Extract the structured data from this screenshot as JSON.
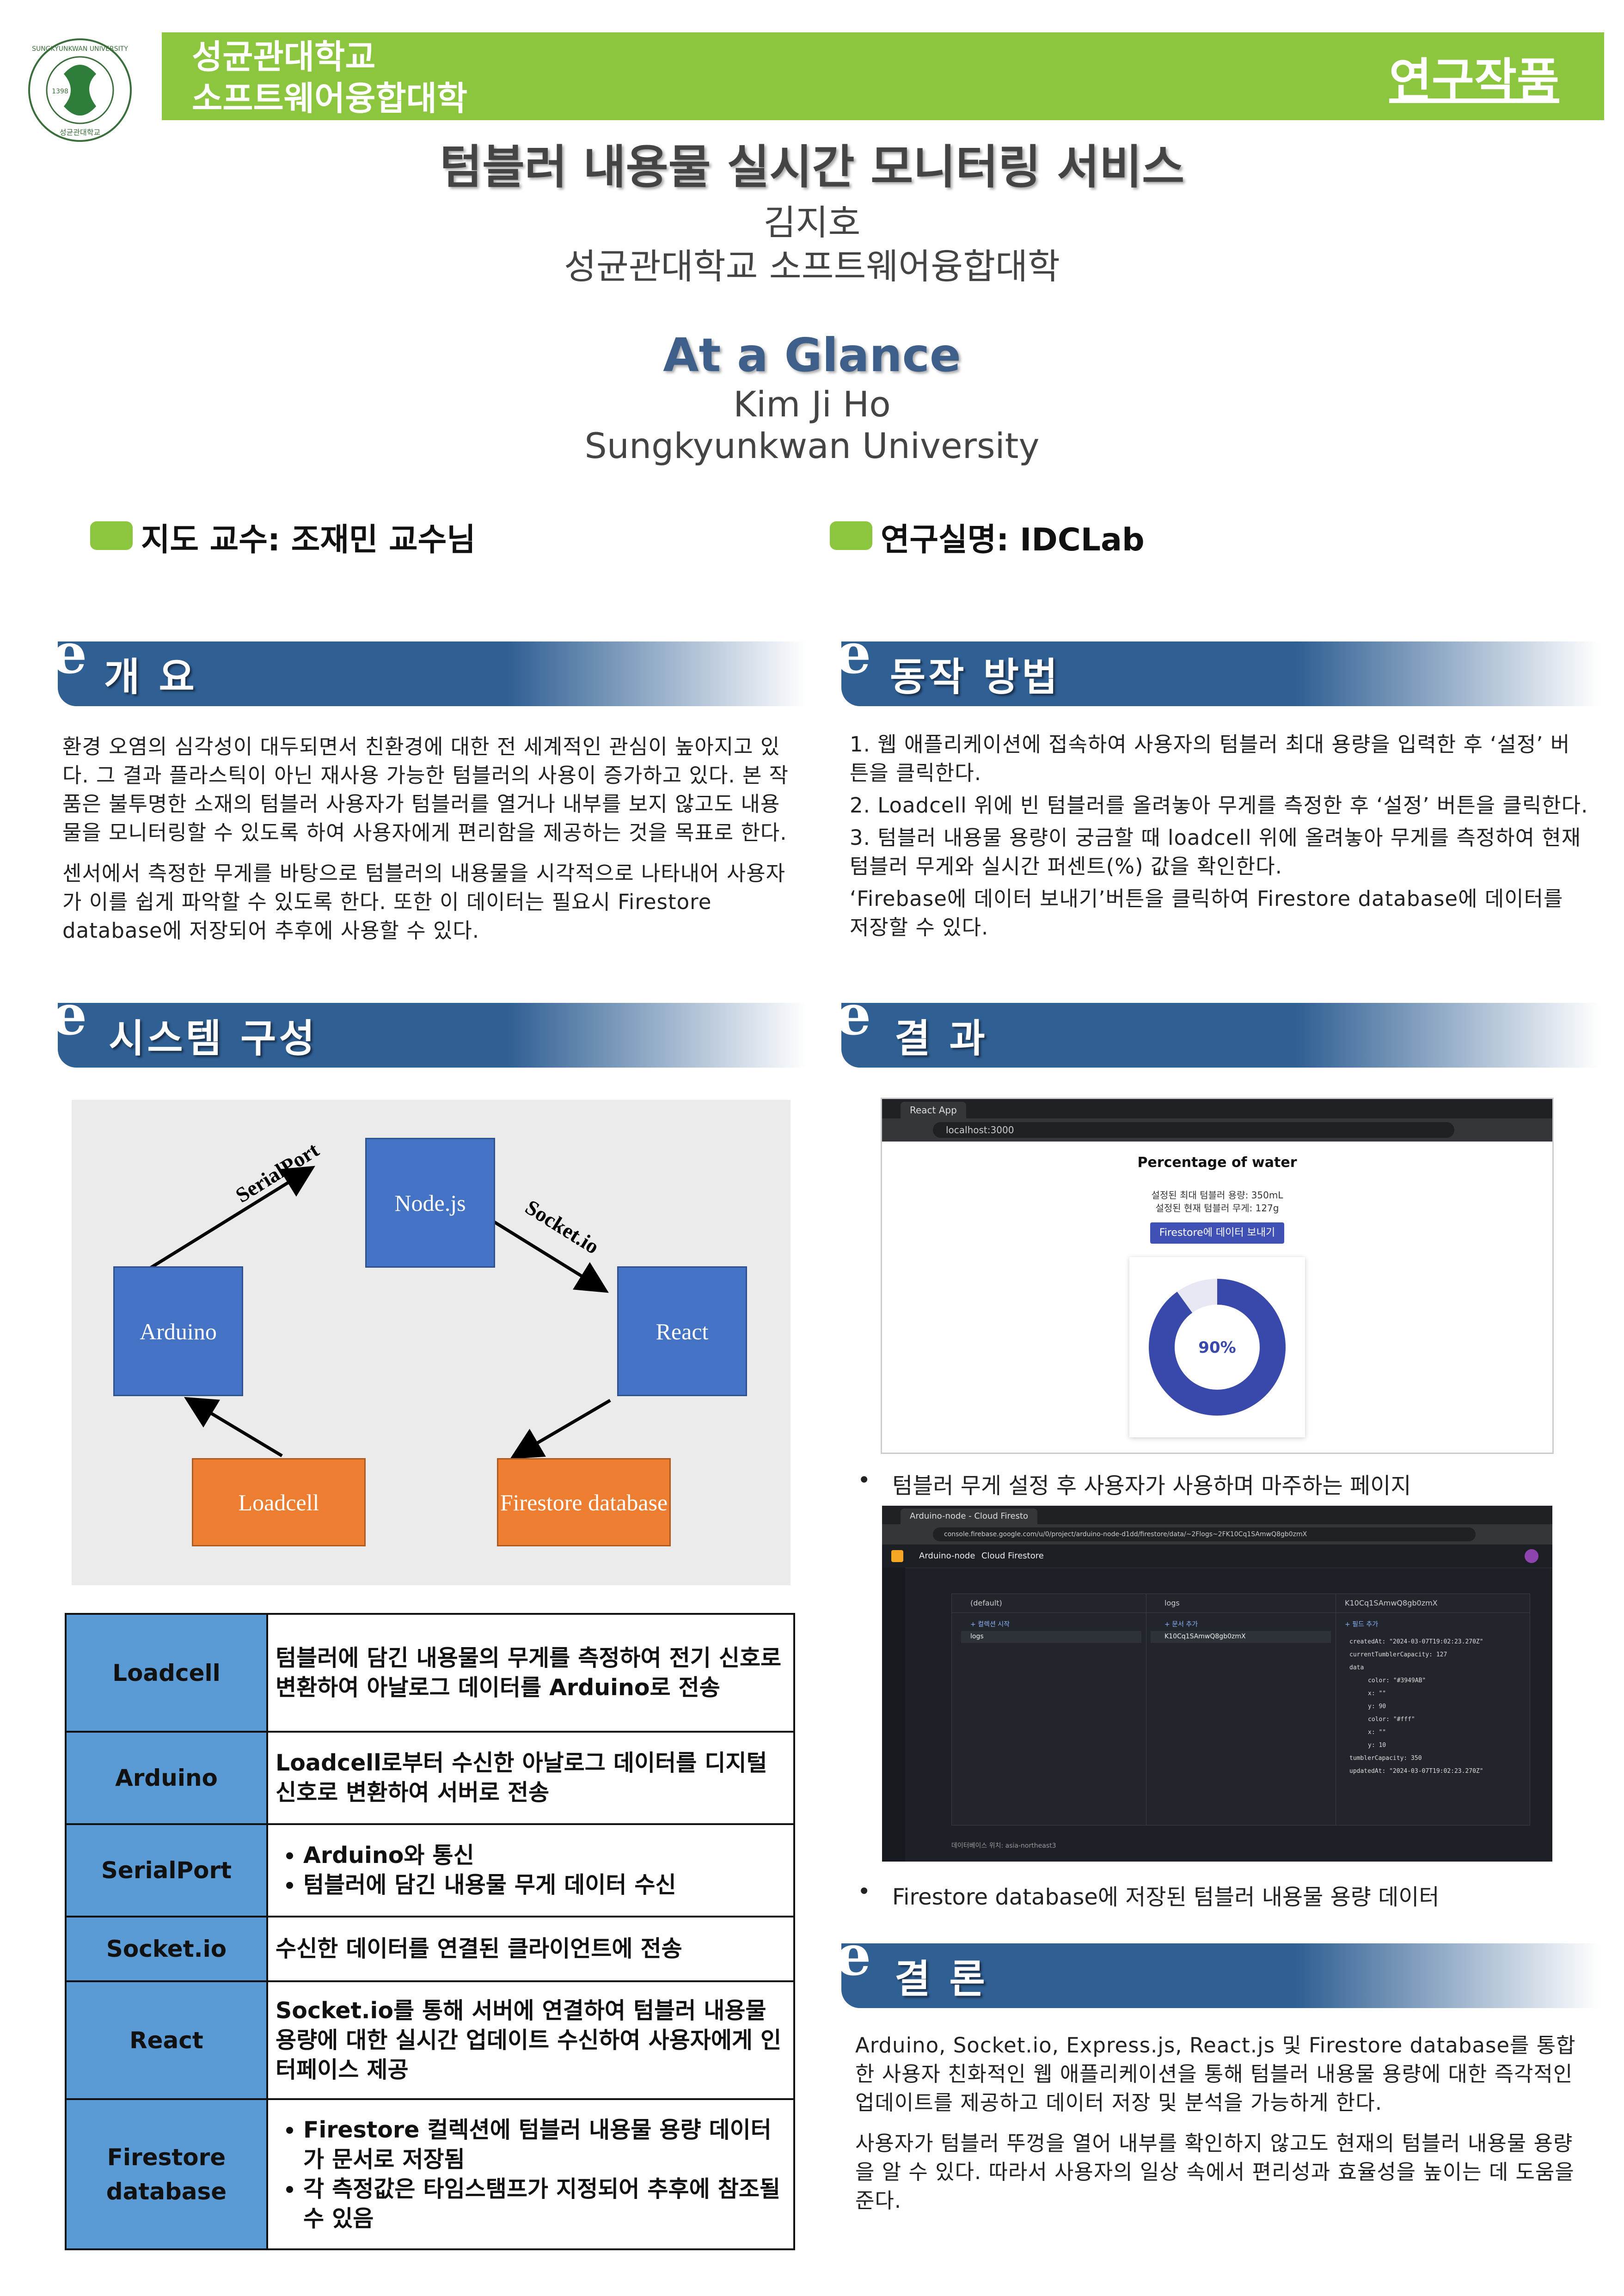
{
  "header": {
    "logo_text": "SUNGKYUNKWAN UNIVERSITY",
    "logo_sub": "성균관대학교",
    "logo_year": "1398",
    "univ_line1": "성균관대학교",
    "univ_line2": "소프트웨어융합대학",
    "category": "연구작품"
  },
  "titles": {
    "title_ko": "텀블러 내용물 실시간 모니터링 서비스",
    "author_ko": "김지호",
    "affil_ko": "성균관대학교 소프트웨어융합대학",
    "title_en": "At a Glance",
    "author_en": "Kim Ji Ho",
    "affil_en": "Sungkyunkwan University"
  },
  "advisor": "지도 교수:  조재민 교수님",
  "lab": "연구실명:  IDCLab",
  "sections": {
    "overview": {
      "title": "개 요",
      "paragraphs": [
        "환경 오염의 심각성이 대두되면서 친환경에 대한 전 세계적인 관심이 높아지고 있다. 그 결과 플라스틱이 아닌 재사용 가능한 텀블러의 사용이 증가하고 있다. 본 작품은 불투명한 소재의 텀블러 사용자가 텀블러를 열거나 내부를 보지 않고도 내용물을 모니터링할 수 있도록 하여 사용자에게 편리함을 제공하는 것을 목표로 한다.",
        "센서에서 측정한 무게를 바탕으로 텀블러의 내용물을 시각적으로 나타내어 사용자가 이를 쉽게 파악할 수 있도록 한다. 또한 이 데이터는 필요시 Firestore database에 저장되어 추후에 사용할 수 있다."
      ]
    },
    "method": {
      "title": "동작 방법",
      "paragraphs": [
        "1. 웹 애플리케이션에 접속하여 사용자의 텀블러 최대 용량을 입력한 후 ‘설정’ 버튼을 클릭한다.",
        "2. Loadcell 위에 빈 텀블러를 올려놓아 무게를 측정한 후 ‘설정’ 버튼을 클릭한다.",
        "3. 텀블러 내용물 용량이 궁금할 때 loadcell 위에 올려놓아 무게를 측정하여 현재 텀블러 무게와 실시간 퍼센트(%) 값을 확인한다.",
        "‘Firebase에 데이터 보내기’버튼을 클릭하여 Firestore database에 데이터를 저장할 수 있다."
      ]
    },
    "system": {
      "title": "시스템 구성"
    },
    "result": {
      "title": "결 과"
    },
    "conclusion": {
      "title": "결 론",
      "paragraphs": [
        "Arduino, Socket.io, Express.js, React.js 및 Firestore database를 통합한 사용자 친화적인 웹 애플리케이션을 통해 텀블러 내용물 용량에 대한 즉각적인 업데이트를 제공하고 데이터 저장 및 분석을 가능하게 한다.",
        "사용자가 텀블러 뚜껑을 열어 내부를 확인하지 않고도 현재의 텀블러 내용물 용량을 알 수 있다. 따라서 사용자의 일상 속에서 편리성과 효율성을 높이는 데 도움을 준다."
      ]
    }
  },
  "diagram": {
    "nodes": {
      "node": "Node.js",
      "arduino": "Arduino",
      "react": "React",
      "loadcell": "Loadcell",
      "firestore": "Firestore database"
    },
    "edges": {
      "serialport": "SerialPort",
      "socketio": "Socket.io"
    }
  },
  "components": [
    {
      "name": "Loadcell",
      "desc": "텀블러에 담긴 내용물의 무게를 측정하여 전기 신호로 변환하여 아날로그 데이터를 Arduino로 전송"
    },
    {
      "name": "Arduino",
      "desc": "Loadcell로부터 수신한 아날로그 데이터를 디지털 신호로 변환하여 서버로 전송"
    },
    {
      "name": "SerialPort",
      "bullets": [
        "Arduino와 통신",
        "텀블러에 담긴 내용물 무게 데이터 수신"
      ]
    },
    {
      "name": "Socket.io",
      "desc": "수신한 데이터를 연결된 클라이언트에 전송"
    },
    {
      "name": "React",
      "desc": "Socket.io를 통해 서버에 연결하여 텀블러 내용물 용량에 대한 실시간 업데이트 수신하여 사용자에게 인터페이스 제공"
    },
    {
      "name": "Firestore database",
      "bullets": [
        "Firestore 컬렉션에 텀블러 내용물 용량 데이터가 문서로 저장됨",
        "각 측정값은 타임스탬프가 지정되어 추후에 참조될 수 있음"
      ]
    }
  ],
  "result_shot1": {
    "tab": "React App",
    "url": "localhost:3000",
    "heading": "Percentage of water",
    "line1": "설정된 최대 텀블러 용량: 350mL",
    "line2": "설정된 현재 텀블러 무게: 127g",
    "button": "Firestore에 데이터 보내기",
    "percent_label": "90%",
    "percent_value": 0.9,
    "caption": "텀블러 무게 설정 후 사용자가 사용하며 마주하는 페이지"
  },
  "result_shot2": {
    "tab": "Arduino-node - Cloud Firesto",
    "url": "console.firebase.google.com/u/0/project/arduino-node-d1dd/firestore/data/~2Flogs~2FK10Cq1SAmwQ8gb0zmX",
    "project": "Arduino-node",
    "product": "Cloud Firestore",
    "col1": "(default)",
    "col2": "logs",
    "col3": "K10Cq1SAmwQ8gb0zmX",
    "add_col": "+ 컬렉션 시작",
    "add_doc": "+ 문서 추가",
    "add_field": "+ 필드 추가",
    "item_logs": "logs",
    "item_doc": "K10Cq1SAmwQ8gb0zmX",
    "fields": [
      "createdAt: \"2024-03-07T19:02:23.270Z\"",
      "currentTumblerCapacity: 127",
      "data",
      "color: \"#3949AB\"",
      "x: \"\"",
      "y: 90",
      "color: \"#fff\"",
      "x: \"\"",
      "y: 10",
      "tumblerCapacity: 350",
      "updatedAt: \"2024-03-07T19:02:23.270Z\""
    ],
    "footer": "데이터베이스 위치: asia-northeast3",
    "caption": "Firestore database에 저장된 텀블러 내용물 용량 데이터"
  }
}
